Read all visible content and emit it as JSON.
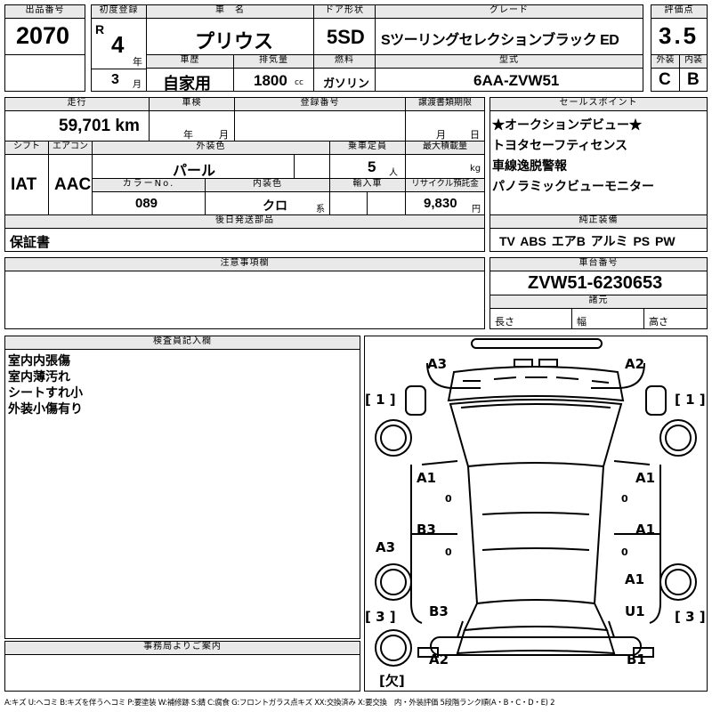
{
  "header": {
    "lot_label": "出品番号",
    "lot_number": "2070",
    "first_reg_label": "初度登録",
    "era": "R",
    "year": "4",
    "year_unit": "年",
    "month": "3",
    "month_unit": "月",
    "name_label": "車　名",
    "car_name": "プリウス",
    "door_label": "ドア形状",
    "door": "5SD",
    "grade_label": "グレード",
    "grade": "Sツーリングセレクションブラック ED",
    "score_label": "評価点",
    "score": "3.5",
    "exterior_label": "外装",
    "exterior": "C",
    "interior_label": "内装",
    "interior": "B",
    "history_label": "車歴",
    "history": "自家用",
    "displacement_label": "排気量",
    "displacement": "1800",
    "displacement_unit": "cc",
    "fuel_label": "燃料",
    "fuel": "ガソリン",
    "model_label": "型式",
    "model": "6AA-ZVW51"
  },
  "row2": {
    "mileage_label": "走行",
    "mileage": "59,701 km",
    "inspection_label": "車検",
    "insp_year": "年",
    "insp_month": "月",
    "reg_label": "登録番号",
    "transfer_label": "譲渡書類期限",
    "transfer_month": "月",
    "transfer_day": "日",
    "shift_label": "シフト",
    "shift": "IAT",
    "ac_label": "エアコン",
    "ac": "AAC",
    "color_label": "外装色",
    "color": "パール",
    "seats_label": "乗車定員",
    "seats": "5",
    "seats_unit": "人",
    "load_label": "最大積載量",
    "load_unit": "kg",
    "color_no_label": "カラーNo.",
    "color_no": "089",
    "int_color_label": "内装色",
    "int_color": "クロ",
    "int_color_unit": "系",
    "import_label": "輸入車",
    "recycle_label": "リサイクル預託金",
    "recycle": "9,830",
    "recycle_unit": "円"
  },
  "sales": {
    "label": "セールスポイント",
    "items": [
      "★オークションデビュー★",
      "トヨタセーフティセンス",
      "車線逸脱警報",
      "パノラミックビューモニター"
    ]
  },
  "later": {
    "label": "後日発送部品",
    "value": "保証書"
  },
  "equipment": {
    "label": "純正装備",
    "value": "TV ABS エアB アルミ PS PW"
  },
  "notes": {
    "label": "注意事項欄"
  },
  "chassis": {
    "label": "車台番号",
    "value": "ZVW51-6230653",
    "specs_label": "諸元",
    "length_label": "長さ",
    "width_label": "幅",
    "height_label": "高さ"
  },
  "inspector": {
    "label": "検査員記入欄",
    "lines": [
      "室内内張傷",
      "室内薄汚れ",
      "シートすれ小",
      "外装小傷有り"
    ]
  },
  "office": {
    "label": "事務局よりご案内"
  },
  "diagram": {
    "marks": [
      "A3",
      "A2",
      "[ 1 ]",
      "[ 1 ]",
      "A1",
      "A1",
      "B3",
      "A1",
      "A3",
      "A1",
      "B3",
      "U1",
      "[ 3 ]",
      "[ 3 ]",
      "A2",
      "B1",
      "[欠]"
    ],
    "zeros": [
      "0",
      "0",
      "0",
      "0"
    ]
  },
  "legend": "A:キズ U:ヘコミ B:キズを伴うヘコミ P:要塗装 W:補修跡 S:錆 C:腐食 G:フロントガラス点キズ XX:交換済み X:要交換　内・外装評価 5段階ランク順(A・B・C・D・E) 2"
}
